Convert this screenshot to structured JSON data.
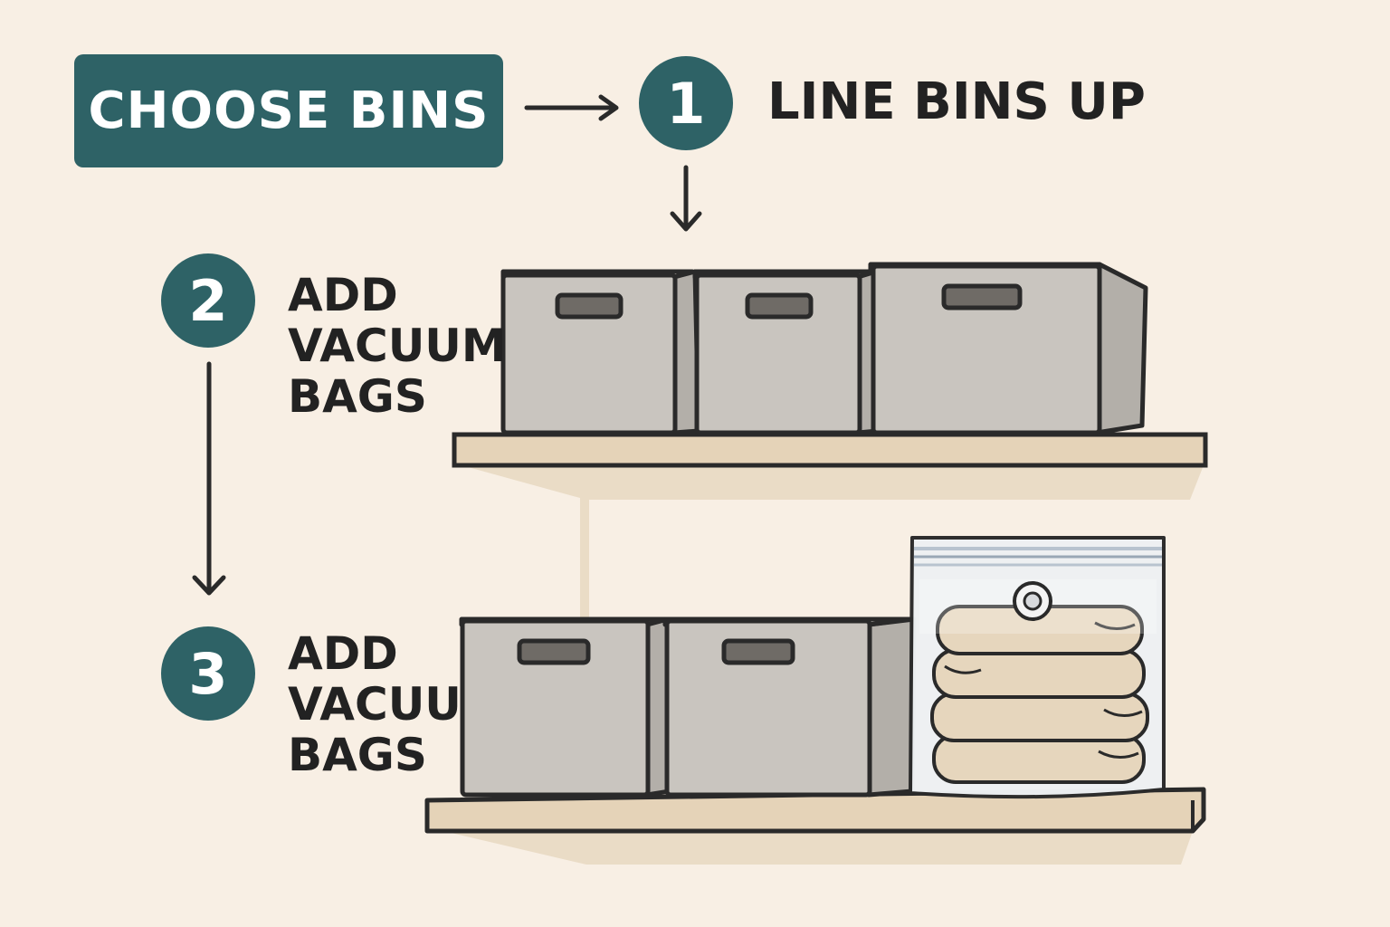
{
  "start": {
    "label": "CHOOSE BINS"
  },
  "steps": [
    {
      "number": "1",
      "label": "LINE BINS UP"
    },
    {
      "number": "2",
      "lines": [
        "ADD",
        "VACUUM",
        "BAGS"
      ]
    },
    {
      "number": "3",
      "lines": [
        "ADD",
        "VACUU",
        "BAGS"
      ]
    }
  ],
  "colors": {
    "background": "#f8efe4",
    "accent": "#2e6266",
    "bin": "#c9c5bf",
    "shelf": "#e5d3b8",
    "clothes": "#e6d6bd",
    "outline": "#2a2a2a"
  }
}
